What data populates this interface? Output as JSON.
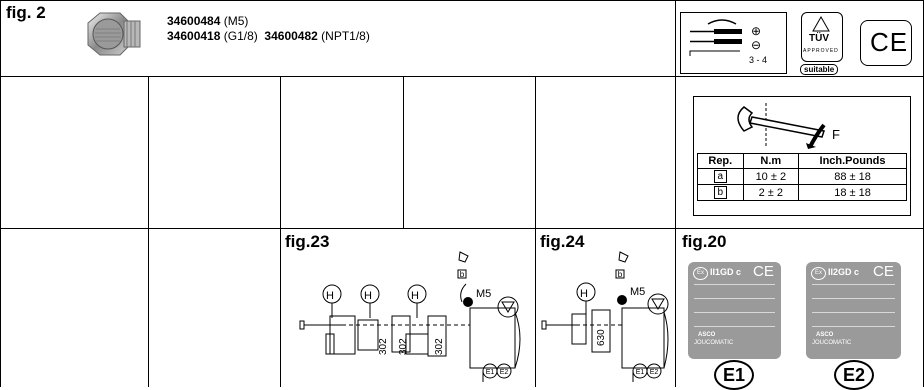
{
  "fig2": {
    "title": "fig. 2",
    "line1_code": "34600484",
    "line1_note": "(M5)",
    "line2_code_a": "34600418",
    "line2_note_a": "(G1/8)",
    "line2_code_b": "34600482",
    "line2_note_b": "(NPT1/8)"
  },
  "tools": {
    "plus": "⊕",
    "minus": "⊖",
    "wrench_size": "3 - 4",
    "tuv_label": "TÜV",
    "tuv_approved": "APPROVED",
    "tuv_suitable": "suitable",
    "ce_mark": "CE"
  },
  "torque": {
    "force_label": "F",
    "headers": [
      "Rep.",
      "N.m",
      "Inch.Pounds"
    ],
    "rows": [
      {
        "rep": "a",
        "nm": "10  ± 2",
        "inch": "88  ± 18"
      },
      {
        "rep": "b",
        "nm": "2  ± 2",
        "inch": "18  ± 18"
      }
    ]
  },
  "fig23": {
    "title": "fig.23",
    "label_h": "H",
    "label_b": "b",
    "label_m5": "M5",
    "label_302": "302",
    "label_e1": "E1",
    "label_e2": "E2"
  },
  "fig24": {
    "title": "fig.24",
    "label_h": "H",
    "label_b": "b",
    "label_m5": "M5",
    "label_630": "630",
    "label_e1": "E1",
    "label_e2": "E2"
  },
  "fig20": {
    "title": "fig.20",
    "plate1_code": "II1GD c",
    "plate2_code": "II2GD c",
    "plate_ce": "CE",
    "ex_mark": "Ex",
    "plate_brand": "ASCO",
    "plate_sub": "JOUCOMATIC",
    "e1": "E1",
    "e2": "E2"
  }
}
